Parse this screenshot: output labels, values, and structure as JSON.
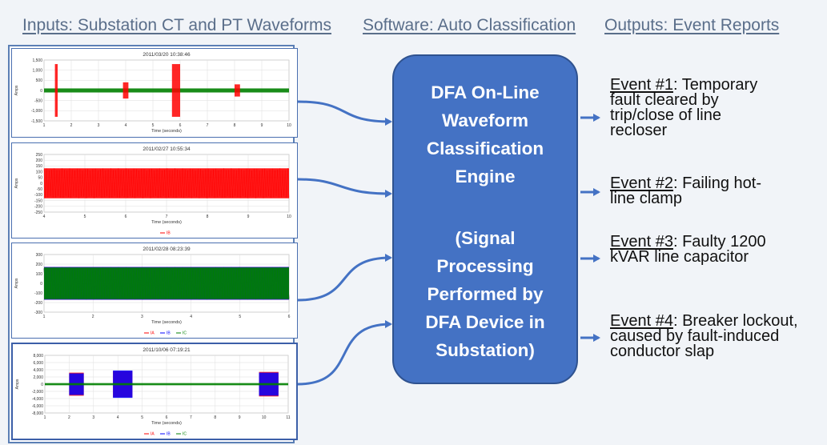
{
  "headers": {
    "inputs": "Inputs: Substation CT and PT Waveforms",
    "software": "Software: Auto Classification",
    "outputs": "Outputs: Event Reports"
  },
  "engine": {
    "lines": [
      "DFA On-Line",
      "Waveform",
      "Classification",
      "Engine",
      "(Signal",
      "Processing",
      "Performed by",
      "DFA Device in",
      "Substation)"
    ]
  },
  "events": [
    {
      "label": "Event #1",
      "lines": [
        "Temporary",
        "fault cleared by",
        "trip/close of line",
        "recloser"
      ]
    },
    {
      "label": "Event #2",
      "lines": [
        "Failing hot-",
        "line clamp"
      ]
    },
    {
      "label": "Event #3",
      "lines": [
        "Faulty 1200",
        "kVAR line capacitor"
      ]
    },
    {
      "label": "Event #4",
      "lines": [
        "Breaker lockout,",
        "caused by fault-induced",
        "conductor slap"
      ]
    }
  ],
  "colors": {
    "engine_fill": "#4472c4",
    "arrow": "#4472c4",
    "header_text": "#5a6e8a",
    "phase_a": "#ff0000",
    "phase_b": "#0000ff",
    "phase_c": "#008000"
  },
  "chart_data": [
    {
      "type": "line",
      "title": "2011/03/20 10:38:46",
      "xlabel": "Time (seconds)",
      "ylabel": "Amps",
      "xlim": [
        1,
        10
      ],
      "ylim": [
        -1500,
        1500
      ],
      "xticks": [
        "1",
        "2",
        "3",
        "4",
        "5",
        "6",
        "7",
        "8",
        "9",
        "10"
      ],
      "yticks": [
        "1,500",
        "1,000",
        "500",
        "0",
        "-500",
        "-1,000",
        "-1,500"
      ],
      "legend": [],
      "series": [
        {
          "color": "#008000",
          "pattern": "baseline",
          "amplitude": 100
        },
        {
          "color": "#ff0000",
          "pattern": "bursts",
          "bursts": [
            [
              1.4,
              1.5,
              1300
            ],
            [
              3.9,
              4.1,
              400
            ],
            [
              5.7,
              6.0,
              1300
            ],
            [
              8.0,
              8.2,
              300
            ]
          ]
        }
      ]
    },
    {
      "type": "line",
      "title": "2011/02/27 10:55:34",
      "xlabel": "Time (seconds)",
      "ylabel": "Amps",
      "xlim": [
        4,
        10
      ],
      "ylim": [
        -250,
        250
      ],
      "xticks": [
        "4",
        "5",
        "6",
        "7",
        "8",
        "9",
        "10"
      ],
      "yticks": [
        "250",
        "200",
        "150",
        "100",
        "50",
        "0",
        "-50",
        "-100",
        "-150",
        "-200",
        "-250"
      ],
      "legend": [
        "IB"
      ],
      "series": [
        {
          "name": "IB",
          "color": "#ff0000",
          "pattern": "band",
          "amplitude": 130
        }
      ]
    },
    {
      "type": "line",
      "title": "2011/02/28 08:23:39",
      "xlabel": "Time (seconds)",
      "ylabel": "Amps",
      "xlim": [
        1,
        6
      ],
      "ylim": [
        -300,
        300
      ],
      "xticks": [
        "1",
        "2",
        "3",
        "4",
        "5",
        "6"
      ],
      "yticks": [
        "300",
        "200",
        "100",
        "0",
        "-100",
        "-200",
        "-300"
      ],
      "legend": [
        "IA",
        "IB",
        "IC"
      ],
      "series": [
        {
          "name": "IA",
          "color": "#ff0000",
          "pattern": "band",
          "amplitude": 170
        },
        {
          "name": "IB",
          "color": "#0000ff",
          "pattern": "band",
          "amplitude": 170
        },
        {
          "name": "IC",
          "color": "#008000",
          "pattern": "band",
          "amplitude": 165
        }
      ]
    },
    {
      "type": "line",
      "title": "2011/10/06 07:19:21",
      "xlabel": "Time (seconds)",
      "ylabel": "Amps",
      "xlim": [
        1,
        11
      ],
      "ylim": [
        -8000,
        8000
      ],
      "xticks": [
        "1",
        "2",
        "3",
        "4",
        "5",
        "6",
        "7",
        "8",
        "9",
        "10",
        "11"
      ],
      "yticks": [
        "8,000",
        "6,000",
        "4,000",
        "2,000",
        "0",
        "-2,000",
        "-4,000",
        "-6,000",
        "-8,000"
      ],
      "legend": [
        "IA",
        "IB",
        "IC"
      ],
      "series": [
        {
          "name": "IA",
          "color": "#ff0000",
          "pattern": "bursts",
          "bursts": [
            [
              2.0,
              2.6,
              3200
            ],
            [
              3.8,
              4.6,
              3600
            ],
            [
              9.8,
              10.6,
              3400
            ]
          ]
        },
        {
          "name": "IB",
          "color": "#0000ff",
          "pattern": "bursts",
          "bursts": [
            [
              2.0,
              2.6,
              3000
            ],
            [
              3.8,
              4.6,
              3800
            ],
            [
              9.8,
              10.6,
              3200
            ]
          ]
        },
        {
          "name": "IC",
          "color": "#008000",
          "pattern": "baseline",
          "amplitude": 300
        }
      ]
    }
  ]
}
